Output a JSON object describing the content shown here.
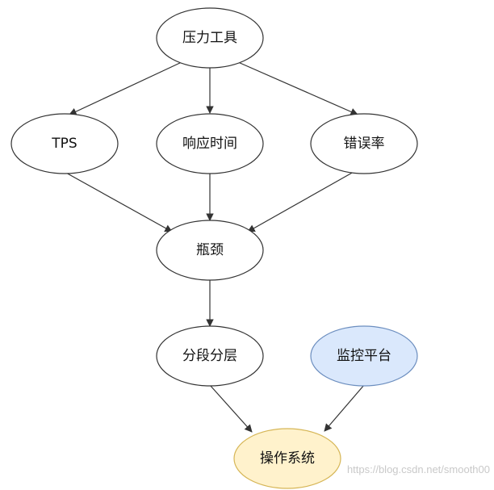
{
  "nodes": {
    "pressure_tool": {
      "label": "压力工具",
      "fill": "#ffffff"
    },
    "tps": {
      "label": "TPS",
      "fill": "#ffffff"
    },
    "response_time": {
      "label": "响应时间",
      "fill": "#ffffff"
    },
    "error_rate": {
      "label": "错误率",
      "fill": "#ffffff"
    },
    "bottleneck": {
      "label": "瓶颈",
      "fill": "#ffffff"
    },
    "layered_segments": {
      "label": "分段分层",
      "fill": "#ffffff"
    },
    "monitoring_platform": {
      "label": "监控平台",
      "fill": "#dae8fc"
    },
    "operating_system": {
      "label": "操作系统",
      "fill": "#fff2cc"
    }
  },
  "edges": [
    {
      "from": "压力工具",
      "to": "TPS"
    },
    {
      "from": "压力工具",
      "to": "响应时间"
    },
    {
      "from": "压力工具",
      "to": "错误率"
    },
    {
      "from": "TPS",
      "to": "瓶颈"
    },
    {
      "from": "响应时间",
      "to": "瓶颈"
    },
    {
      "from": "错误率",
      "to": "瓶颈"
    },
    {
      "from": "瓶颈",
      "to": "分段分层"
    },
    {
      "from": "分段分层",
      "to": "操作系统"
    },
    {
      "from": "监控平台",
      "to": "操作系统"
    }
  ],
  "colors": {
    "stroke": "#333333",
    "blue_stroke": "#6c8ebf",
    "yellow_stroke": "#d6b656"
  },
  "watermark": "https://blog.csdn.net/smooth00"
}
